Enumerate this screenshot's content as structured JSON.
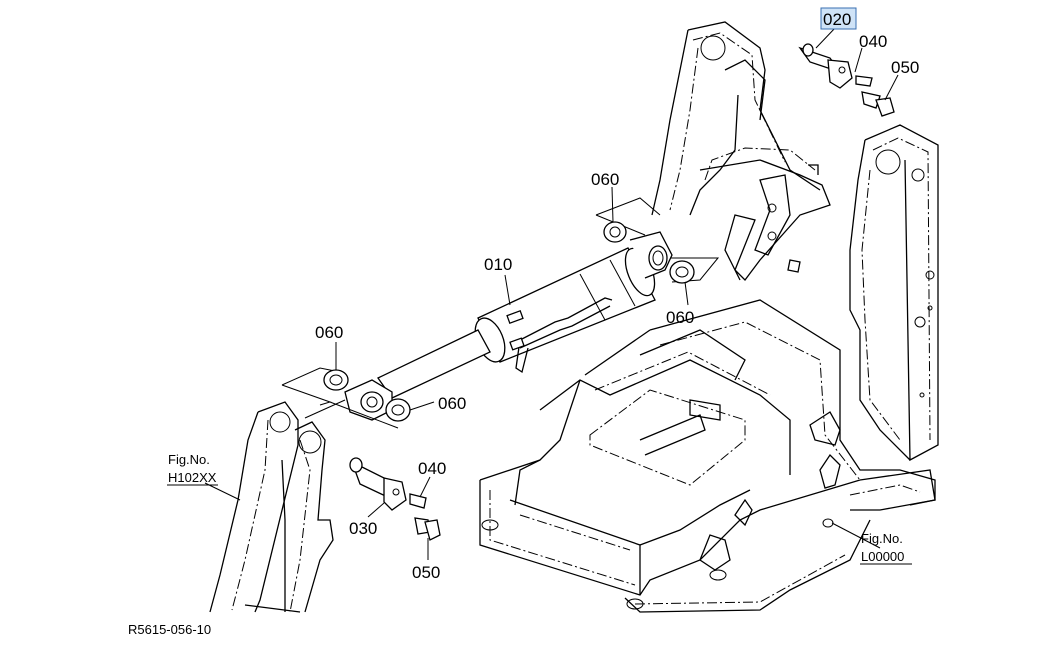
{
  "callouts": {
    "c020": "020",
    "c040_top": "040",
    "c050_top": "050",
    "c060_a": "060",
    "c060_b": "060",
    "c060_c": "060",
    "c060_d": "060",
    "c010": "010",
    "c040_bottom": "040",
    "c030": "030",
    "c050_bottom": "050"
  },
  "references": {
    "fig_left_line1": "Fig.No.",
    "fig_left_line2": "H102XX",
    "fig_right_line1": "Fig.No.",
    "fig_right_line2": "L00000"
  },
  "drawing_code": "R5615-056-10",
  "highlight_color": "#cfe3f7"
}
